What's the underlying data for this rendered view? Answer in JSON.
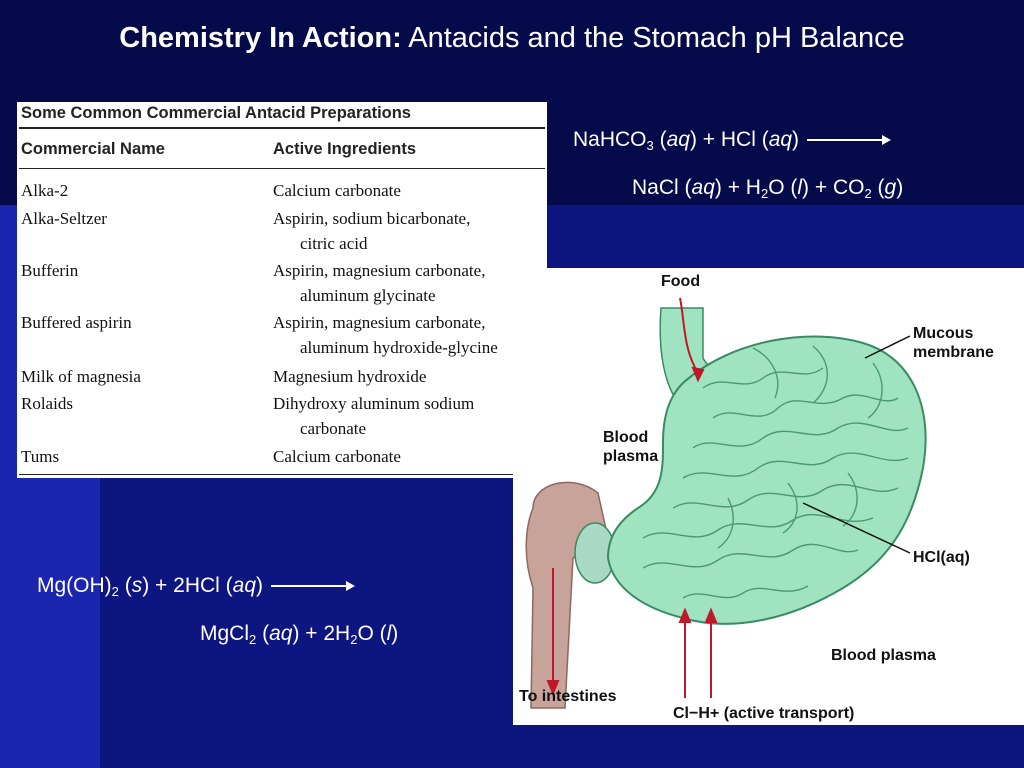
{
  "title": {
    "bold": "Chemistry In Action:",
    "rest": " Antacids and the Stomach pH Balance"
  },
  "table": {
    "caption": "Some Common Commercial Antacid Preparations",
    "columns": [
      "Commercial Name",
      "Active Ingredients"
    ],
    "rows": [
      {
        "name": "Alka-2",
        "line1": "Calcium carbonate",
        "line2": ""
      },
      {
        "name": "Alka-Seltzer",
        "line1": "Aspirin, sodium bicarbonate,",
        "line2": "citric acid"
      },
      {
        "name": "Bufferin",
        "line1": "Aspirin, magnesium carbonate,",
        "line2": "aluminum glycinate"
      },
      {
        "name": "Buffered aspirin",
        "line1": "Aspirin, magnesium carbonate,",
        "line2": "aluminum hydroxide-glycine"
      },
      {
        "name": "Milk of magnesia",
        "line1": "Magnesium hydroxide",
        "line2": ""
      },
      {
        "name": "Rolaids",
        "line1": "Dihydroxy aluminum sodium",
        "line2": "carbonate"
      },
      {
        "name": "Tums",
        "line1": "Calcium carbonate",
        "line2": ""
      }
    ]
  },
  "equations": {
    "eq1_line1": "NaHCO3 (aq) + HCl (aq)",
    "eq1_line2": "NaCl (aq) + H2O (l) + CO2 (g)",
    "eq2_line1": "Mg(OH)2 (s) + 2HCl (aq)",
    "eq2_line2": "MgCl2 (aq) + 2H2O (l)"
  },
  "figure": {
    "labels": {
      "food": "Food",
      "mucous1": "Mucous",
      "mucous2": "membrane",
      "blood1": "Blood",
      "blood2": "plasma",
      "hcl": "HCl(aq)",
      "blood_plasma": "Blood plasma",
      "intestines": "To intestines",
      "transport": "Cl−H+ (active transport)"
    },
    "colors": {
      "stomach": "#9fe3c0",
      "outline": "#3a8a62",
      "arrow": "#c0182a",
      "intestine": "#c7a39a"
    }
  }
}
